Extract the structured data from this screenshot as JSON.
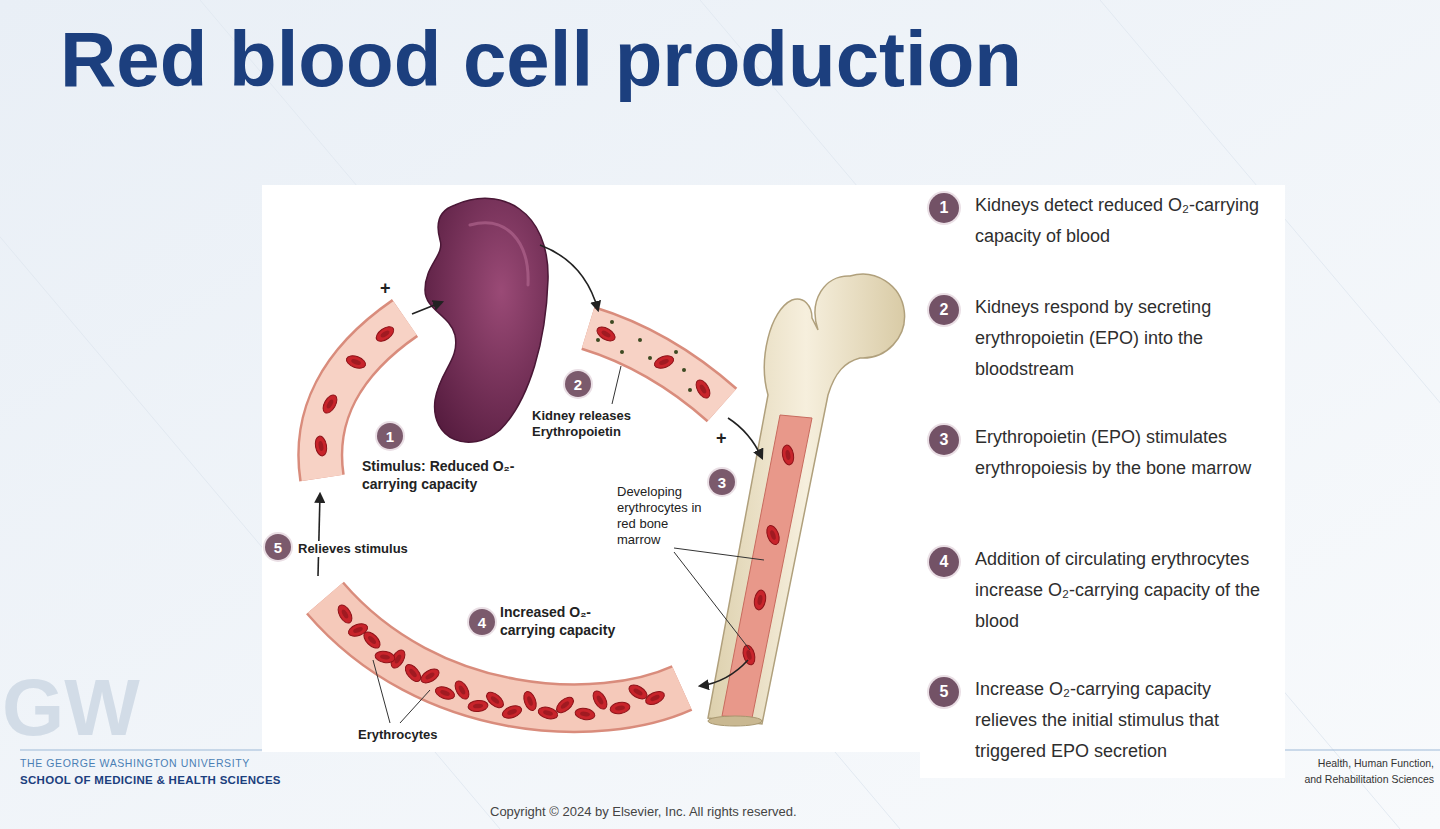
{
  "diagram": {
    "title": "Red blood cell production",
    "nodes": [
      {
        "text": [
          "1"
        ]
      },
      {
        "text": [
          "2"
        ]
      },
      {
        "text": [
          "3"
        ]
      },
      {
        "text": [
          "4"
        ]
      },
      {
        "text": [
          "5"
        ]
      },
      {
        "text": [
          "1"
        ]
      },
      {
        "text": [
          "2"
        ]
      },
      {
        "text": [
          "3"
        ]
      },
      {
        "text": [
          "4"
        ]
      },
      {
        "text": [
          "5"
        ]
      }
    ],
    "labels": [
      "+",
      "Kidney releases Erythropoietin",
      "+",
      "Stimulus: Reduced O₂-carrying capacity",
      "Developing erythrocytes in red bone marrow",
      "Relieves stimulus",
      "Increased O₂-carrying capacity",
      "Erythrocytes",
      "Kidneys detect reduced O₂-carrying capacity of blood",
      "Kidneys respond by secreting erythropoietin (EPO) into the bloodstream",
      "Erythropoietin (EPO) stimulates erythropoiesis by the bone marrow",
      "Addition of circulating erythrocytes increase O₂-carrying capacity of the blood",
      "Increase O₂-carrying capacity relieves the initial stimulus that triggered EPO secretion",
      "GW",
      "THE GEORGE WASHINGTON UNIVERSITY",
      "SCHOOL OF MEDICINE & HEALTH SCIENCES",
      "Health, Human Function,",
      "and Rehabilitation Sciences",
      "Copyright © 2024 by Elsevier, Inc. All rights reserved."
    ]
  }
}
